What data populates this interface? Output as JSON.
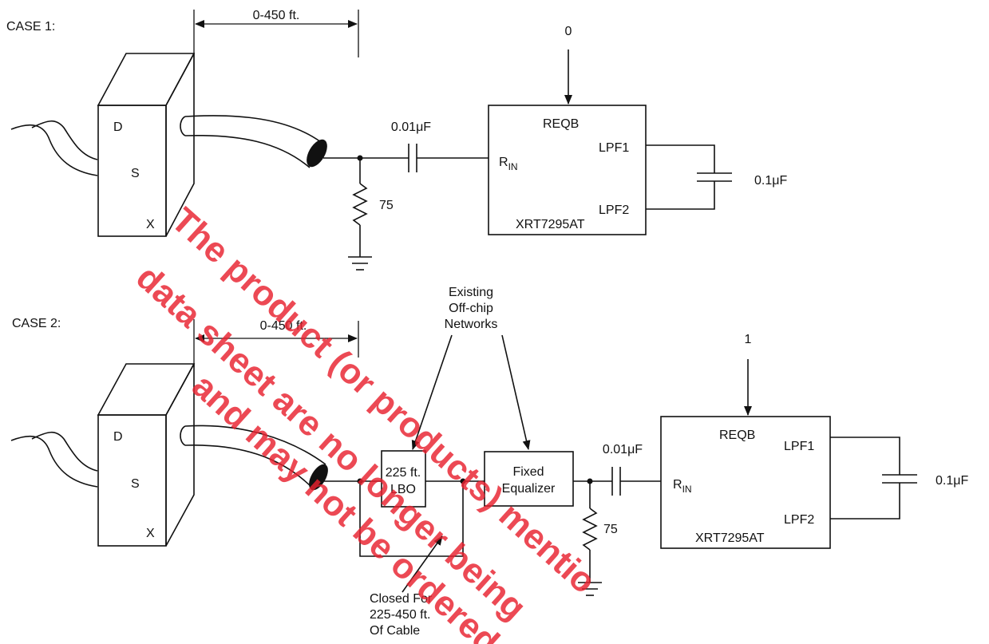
{
  "case1": {
    "label": "CASE 1:",
    "distance": "0-450 ft.",
    "reqb_value": "0",
    "dsx": [
      "D",
      "S",
      "X"
    ],
    "cap_in": "0.01μF",
    "resistor": "75",
    "chip": {
      "reqb": "REQB",
      "rin_main": "R",
      "rin_sub": "IN",
      "lpf1": "LPF1",
      "lpf2": "LPF2",
      "name": "XRT7295AT"
    },
    "cap_lpf": "0.1μF"
  },
  "case2": {
    "label": "CASE 2:",
    "distance": "0-450 ft.",
    "reqb_value": "1",
    "dsx": [
      "D",
      "S",
      "X"
    ],
    "networks_note": [
      "Existing",
      "Off-chip",
      "Networks"
    ],
    "lbo": [
      "225 ft.",
      "LBO"
    ],
    "equalizer": [
      "Fixed",
      "Equalizer"
    ],
    "cap_in": "0.01μF",
    "resistor": "75",
    "switch_note": [
      "Closed For",
      "225-450 ft.",
      "Of Cable"
    ],
    "chip": {
      "reqb": "REQB",
      "rin_main": "R",
      "rin_sub": "IN",
      "lpf1": "LPF1",
      "lpf2": "LPF2",
      "name": "XRT7295AT"
    },
    "cap_lpf": "0.1μF"
  },
  "watermark": [
    "The product (or products) mentio",
    "data sheet are no longer being",
    "and may not be ordered"
  ],
  "colors": {
    "line": "#111111",
    "watermark": "#e8212e"
  }
}
